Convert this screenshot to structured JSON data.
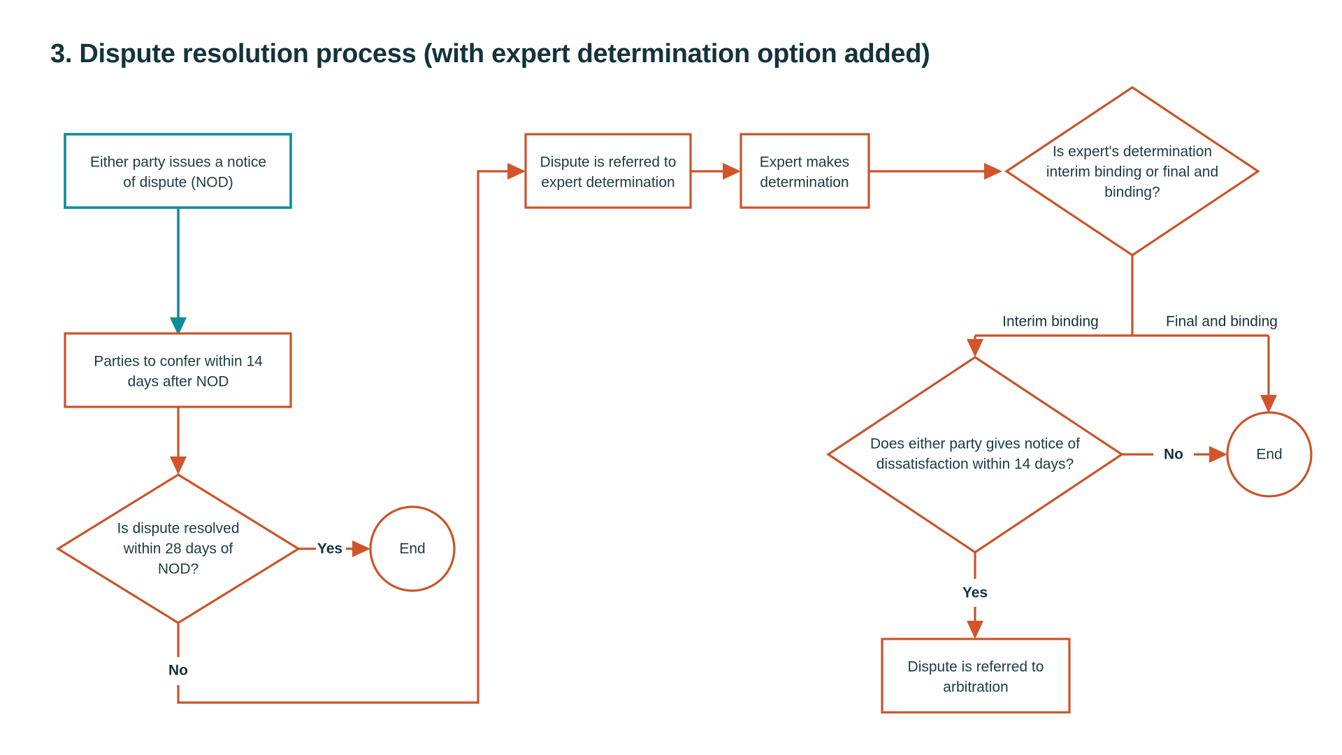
{
  "slide": {
    "title": "3. Dispute resolution process (with expert determination option added)",
    "title_color": "#14333a",
    "background": "#ffffff"
  },
  "palette": {
    "accent_orange": "#c8552b",
    "accent_teal": "#118c99",
    "text": "#1d3b42"
  },
  "diagram": {
    "type": "flowchart",
    "nodes": [
      {
        "id": "nod",
        "shape": "process",
        "accent": "teal",
        "lines": [
          "Either party issues a notice",
          "of dispute (NOD)"
        ]
      },
      {
        "id": "confer",
        "shape": "process",
        "accent": "orange",
        "lines": [
          "Parties to confer within 14",
          "days after NOD"
        ]
      },
      {
        "id": "resolved",
        "shape": "decision",
        "accent": "orange",
        "lines": [
          "Is dispute resolved",
          "within 28 days of",
          "NOD?"
        ]
      },
      {
        "id": "end-left",
        "shape": "terminator",
        "accent": "orange",
        "lines": [
          "End"
        ]
      },
      {
        "id": "referred-expert",
        "shape": "process",
        "accent": "orange",
        "lines": [
          "Dispute is referred to",
          "expert determination"
        ]
      },
      {
        "id": "expert-determines",
        "shape": "process",
        "accent": "orange",
        "lines": [
          "Expert makes",
          "determination"
        ]
      },
      {
        "id": "interim-or-final",
        "shape": "decision",
        "accent": "orange",
        "lines": [
          "Is expert's determination",
          "interim binding or final and",
          "binding?"
        ]
      },
      {
        "id": "dissatisfaction",
        "shape": "decision",
        "accent": "orange",
        "lines": [
          "Does either party gives notice of",
          "dissatisfaction within 14 days?"
        ]
      },
      {
        "id": "end-right",
        "shape": "terminator",
        "accent": "orange",
        "lines": [
          "End"
        ]
      },
      {
        "id": "arbitration",
        "shape": "process",
        "accent": "orange",
        "lines": [
          "Dispute is referred to",
          "arbitration"
        ]
      }
    ],
    "edges": [
      {
        "id": "nod-to-confer",
        "from": "nod",
        "to": "confer",
        "label": ""
      },
      {
        "id": "confer-to-resolved",
        "from": "confer",
        "to": "resolved",
        "label": ""
      },
      {
        "id": "resolved-yes",
        "from": "resolved",
        "to": "end-left",
        "label": "Yes"
      },
      {
        "id": "resolved-no",
        "from": "resolved",
        "to": "referred-expert",
        "label": "No"
      },
      {
        "id": "referred-to-expert",
        "from": "referred-expert",
        "to": "expert-determines",
        "label": ""
      },
      {
        "id": "expert-to-decision",
        "from": "expert-determines",
        "to": "interim-or-final",
        "label": ""
      },
      {
        "id": "interim-branch",
        "from": "interim-or-final",
        "to": "dissatisfaction",
        "label": "Interim binding"
      },
      {
        "id": "final-branch",
        "from": "interim-or-final",
        "to": "end-right",
        "label": "Final and binding"
      },
      {
        "id": "dissatisfaction-no",
        "from": "dissatisfaction",
        "to": "end-right",
        "label": "No"
      },
      {
        "id": "dissatisfaction-yes",
        "from": "dissatisfaction",
        "to": "arbitration",
        "label": "Yes"
      }
    ],
    "labels": {
      "yes_left": "Yes",
      "no_left": "No",
      "interim_binding": "Interim binding",
      "final_and_binding": "Final and binding",
      "no_right": "No",
      "yes_bottom": "Yes"
    }
  }
}
